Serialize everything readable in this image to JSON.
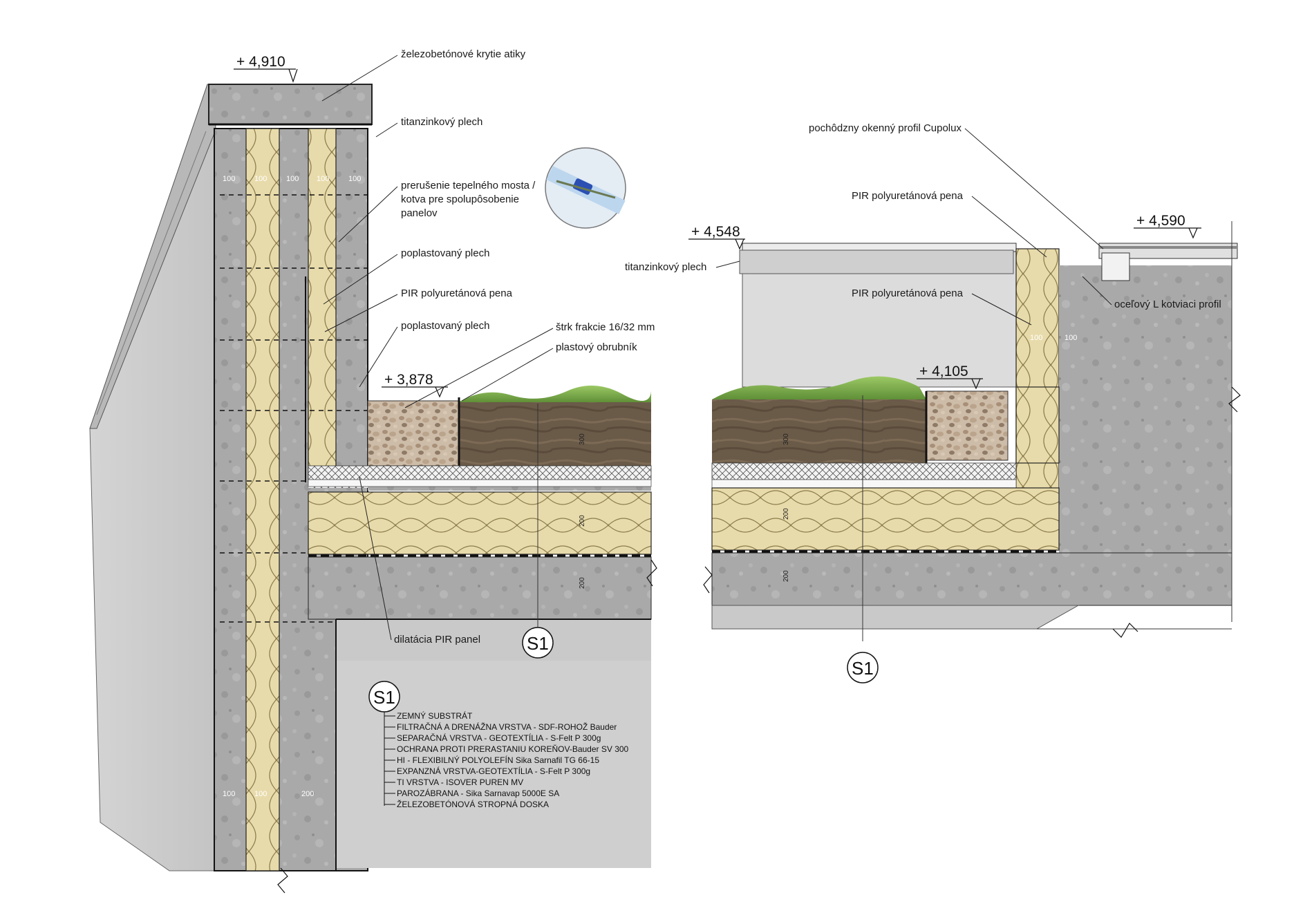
{
  "elevations": {
    "top_attic": "+ 4,910",
    "left_roof": "+ 3,878",
    "middle_roof": "+ 4,548",
    "right_roof": "+ 4,105",
    "skylight": "+ 4,590"
  },
  "labels": {
    "attic_cover": "železobetónové krytie atiky",
    "titanzinc_left": "titanzinkový plech",
    "thermal_break_1": "prerušenie tepelného mosta /",
    "thermal_break_2": "kotva pre spolupôsobenie",
    "thermal_break_3": "panelov",
    "coated_sheet_1": "poplastovaný plech",
    "pir_left": "PIR polyuretánová pena",
    "coated_sheet_2": "poplastovaný plech",
    "gravel": "štrk frakcie 16/32 mm",
    "curb": "plastový obrubník",
    "dilatation": "dilatácia PIR panel",
    "window_profile": "pochôdzny okenný profil Cupolux",
    "pir_right_top": "PIR polyuretánová pena",
    "titanzinc_right": "titanzinkový plech",
    "pir_right_mid": "PIR polyuretánová pena",
    "steel_angle": "oceľový L kotviaci profil"
  },
  "dimensions": {
    "wall_top": [
      "100",
      "100",
      "100",
      "100",
      "100"
    ],
    "wall_bottom": [
      "100",
      "100",
      "200"
    ],
    "left_vertical": [
      "300",
      "200",
      "200"
    ],
    "right_vertical": [
      "300",
      "200",
      "200"
    ],
    "right_wall": [
      "100",
      "100"
    ]
  },
  "section_marker": "S1",
  "legend": {
    "title": "S1",
    "layers": [
      "ZEMNÝ SUBSTRÁT",
      "FILTRAČNÁ A DRENÁŽNA VRSTVA - SDF-ROHOŽ Bauder",
      "SEPARAČNÁ VRSTVA - GEOTEXTÍLIA - S-Felt P 300g",
      "OCHRANA PROTI PRERASTANIU KOREŇOV-Bauder SV 300",
      "HI - FLEXIBILNÝ POLYOLEFÍN Sika Sarnafil TG 66-15",
      "EXPANZNÁ VRSTVA-GEOTEXTÍLIA - S-Felt P 300g",
      "TI VRSTVA - ISOVER PUREN MV",
      "PAROZÁBRANA - Sika Sarnavap 5000E SA",
      "ŽELEZOBETÓNOVÁ STROPNÁ DOSKA"
    ]
  },
  "colors": {
    "concrete": "#a7a7a7",
    "concrete_light": "#c9c9c9",
    "insulation": "#e6d9a6",
    "soil": "#6e5c49",
    "grass": "#7cab45",
    "gravel": "#c9b6a2"
  }
}
